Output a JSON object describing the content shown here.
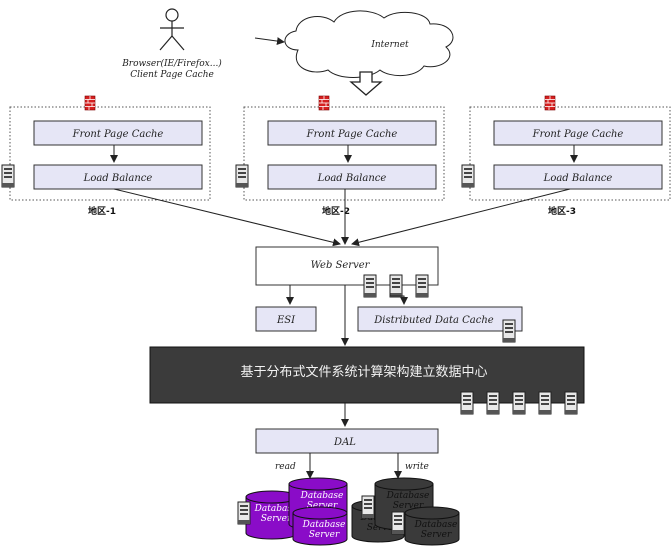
{
  "client": {
    "line1": "Browser(IE/Firefox...)",
    "line2": "Client Page Cache"
  },
  "internet": {
    "label": "Internet"
  },
  "regions": [
    {
      "name": "地区-1",
      "front_cache": "Front Page Cache",
      "load_balance": "Load Balance"
    },
    {
      "name": "地区-2",
      "front_cache": "Front Page Cache",
      "load_balance": "Load Balance"
    },
    {
      "name": "地区-3",
      "front_cache": "Front Page Cache",
      "load_balance": "Load Balance"
    }
  ],
  "web_server": {
    "label": "Web Server"
  },
  "esi": {
    "label": "ESI"
  },
  "distributed_cache": {
    "label": "Distributed Data Cache"
  },
  "data_center": {
    "label": "基于分布式文件系统计算架构建立数据中心"
  },
  "dal": {
    "label": "DAL"
  },
  "edges": {
    "read": "read",
    "write": "write"
  },
  "db_servers": [
    {
      "line1": "Database",
      "line2": "Server",
      "color": "#8a0cc8"
    },
    {
      "line1": "Database",
      "line2": "Server",
      "color": "#8a0cc8"
    },
    {
      "line1": "Database",
      "line2": "Server",
      "color": "#8a0cc8"
    },
    {
      "line1": "Database",
      "line2": "Server",
      "color": "#3a3a3a"
    },
    {
      "line1": "Database",
      "line2": "Server",
      "color": "#3a3a3a"
    },
    {
      "line1": "Database",
      "line2": "Server",
      "color": "#3a3a3a"
    }
  ],
  "colors": {
    "box_fill": "#e6e6f6",
    "core_fill": "#3b3b3b",
    "firewall": "#d52020"
  }
}
